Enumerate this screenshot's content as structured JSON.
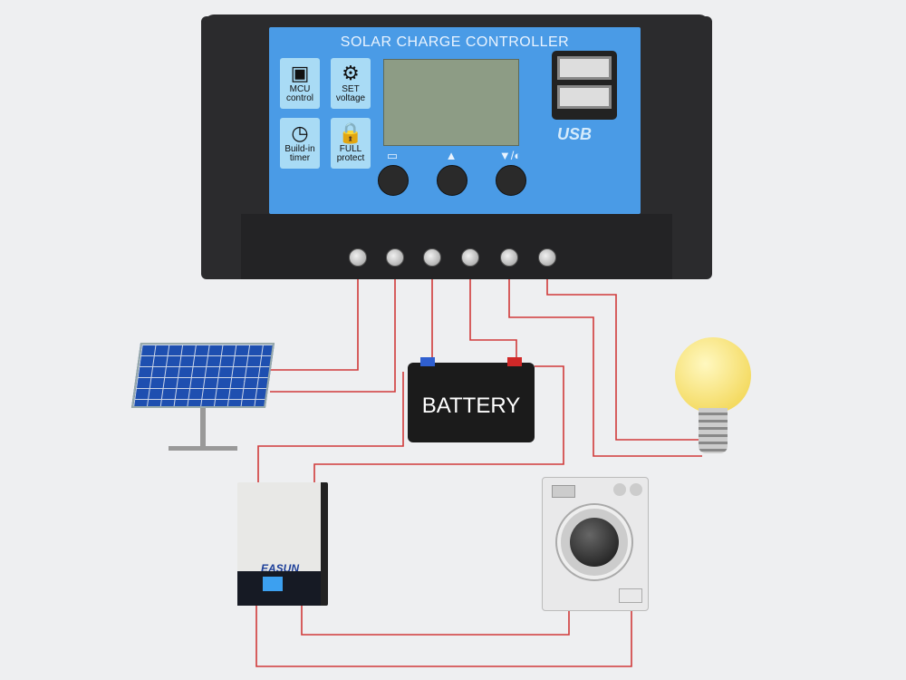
{
  "controller": {
    "title": "SOLAR CHARGE CONTROLLER",
    "features": [
      {
        "icon": "chip-icon",
        "line1": "MCU",
        "line2": "control"
      },
      {
        "icon": "gear-icon",
        "line1": "SET",
        "line2": "voltage"
      },
      {
        "icon": "clock-icon",
        "line1": "Build-in",
        "line2": "timer"
      },
      {
        "icon": "lock-icon",
        "line1": "FULL",
        "line2": "protect"
      }
    ],
    "usb_label": "USB",
    "button_icons": [
      "menu-icon",
      "up-plus-icon",
      "down-light-icon"
    ]
  },
  "battery": {
    "label": "BATTERY"
  },
  "inverter": {
    "brand": "EASUN"
  },
  "wire_color": "#d03a3a",
  "panel_color": "#4a9be6"
}
